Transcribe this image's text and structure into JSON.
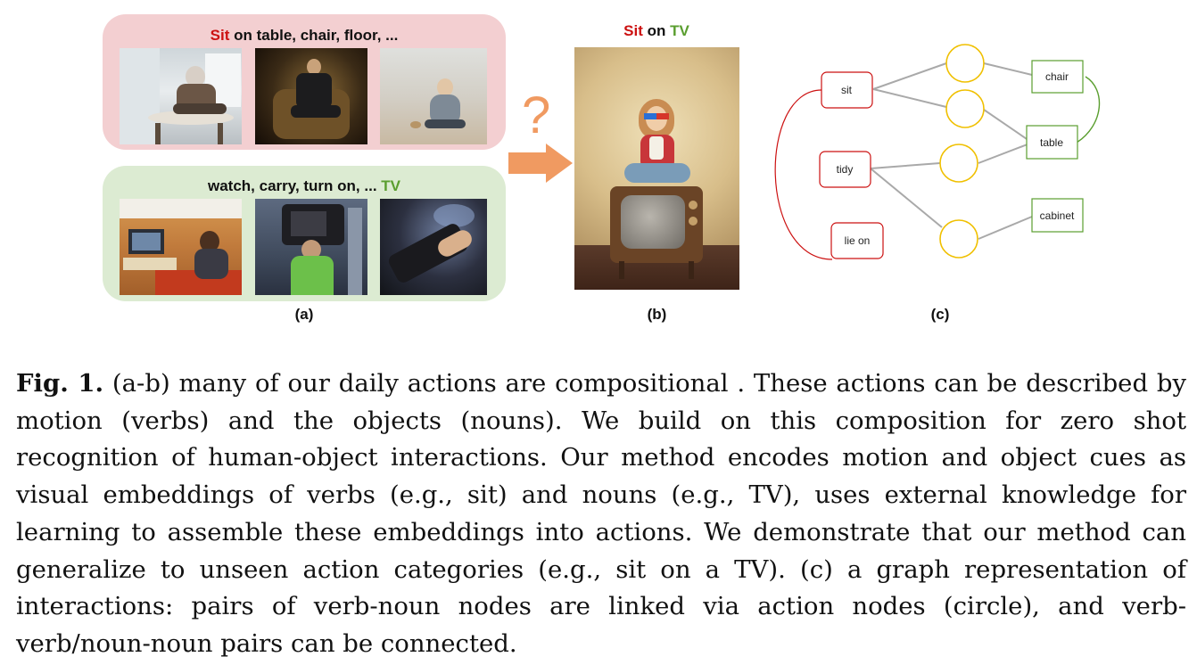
{
  "panel_a": {
    "top_title_verb": "Sit",
    "top_title_rest": " on table, chair, floor, ...",
    "bottom_title_rest": "watch, carry, turn on, ... ",
    "bottom_title_noun": "TV",
    "label": "(a)"
  },
  "panel_b": {
    "title_verb": "Sit",
    "title_on": " on ",
    "title_noun": "TV",
    "label": "(b)",
    "question_mark": "?"
  },
  "panel_c": {
    "label": "(c)",
    "verb_nodes": [
      "sit",
      "tidy",
      "lie on"
    ],
    "noun_nodes": [
      "chair",
      "table",
      "cabinet"
    ]
  },
  "caption": {
    "fig_label": "Fig. 1.",
    "text": " (a-b) many of our daily actions are compositional . These actions can be described by motion (verbs) and the objects (nouns). We build on this composition for zero shot recognition of human-object interactions. Our method encodes motion and object cues as visual embeddings of verbs (e.g., sit) and nouns (e.g., TV), uses external knowledge for learning to assemble these embeddings into actions. We demonstrate that our method can generalize to unseen action categories (e.g., sit on a TV). (c) a graph representation of interactions: pairs of verb-noun nodes are linked via action nodes (circle), and verb-verb/noun-noun pairs can be connected."
  },
  "colors": {
    "verb_red": "#cc1111",
    "noun_green": "#5a9e2f",
    "action_yellow": "#f0c000",
    "pink_panel": "#f3cfd1",
    "green_panel": "#dcebd2",
    "arrow_orange": "#f09a61"
  }
}
